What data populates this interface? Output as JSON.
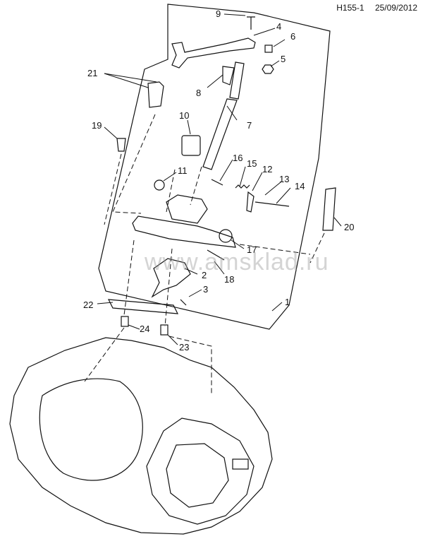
{
  "header": {
    "code": "H155-1",
    "date": "25/09/2012"
  },
  "watermark": "www.amsklad.ru",
  "callouts": [
    {
      "id": "1",
      "text": "1"
    },
    {
      "id": "2",
      "text": "2"
    },
    {
      "id": "3",
      "text": "3"
    },
    {
      "id": "4",
      "text": "4"
    },
    {
      "id": "5",
      "text": "5"
    },
    {
      "id": "6",
      "text": "6"
    },
    {
      "id": "7",
      "text": "7"
    },
    {
      "id": "8",
      "text": "8"
    },
    {
      "id": "9",
      "text": "9"
    },
    {
      "id": "10",
      "text": "10"
    },
    {
      "id": "11",
      "text": "11"
    },
    {
      "id": "12",
      "text": "12"
    },
    {
      "id": "13",
      "text": "13"
    },
    {
      "id": "14",
      "text": "14"
    },
    {
      "id": "15",
      "text": "15"
    },
    {
      "id": "16",
      "text": "16"
    },
    {
      "id": "17",
      "text": "17"
    },
    {
      "id": "18",
      "text": "18"
    },
    {
      "id": "19",
      "text": "19"
    },
    {
      "id": "20",
      "text": "20"
    },
    {
      "id": "21",
      "text": "21"
    },
    {
      "id": "22",
      "text": "22"
    },
    {
      "id": "23",
      "text": "23"
    },
    {
      "id": "24",
      "text": "24"
    }
  ],
  "colors": {
    "line": "#111111",
    "watermark": "#a0a0a0",
    "background": "#ffffff"
  }
}
